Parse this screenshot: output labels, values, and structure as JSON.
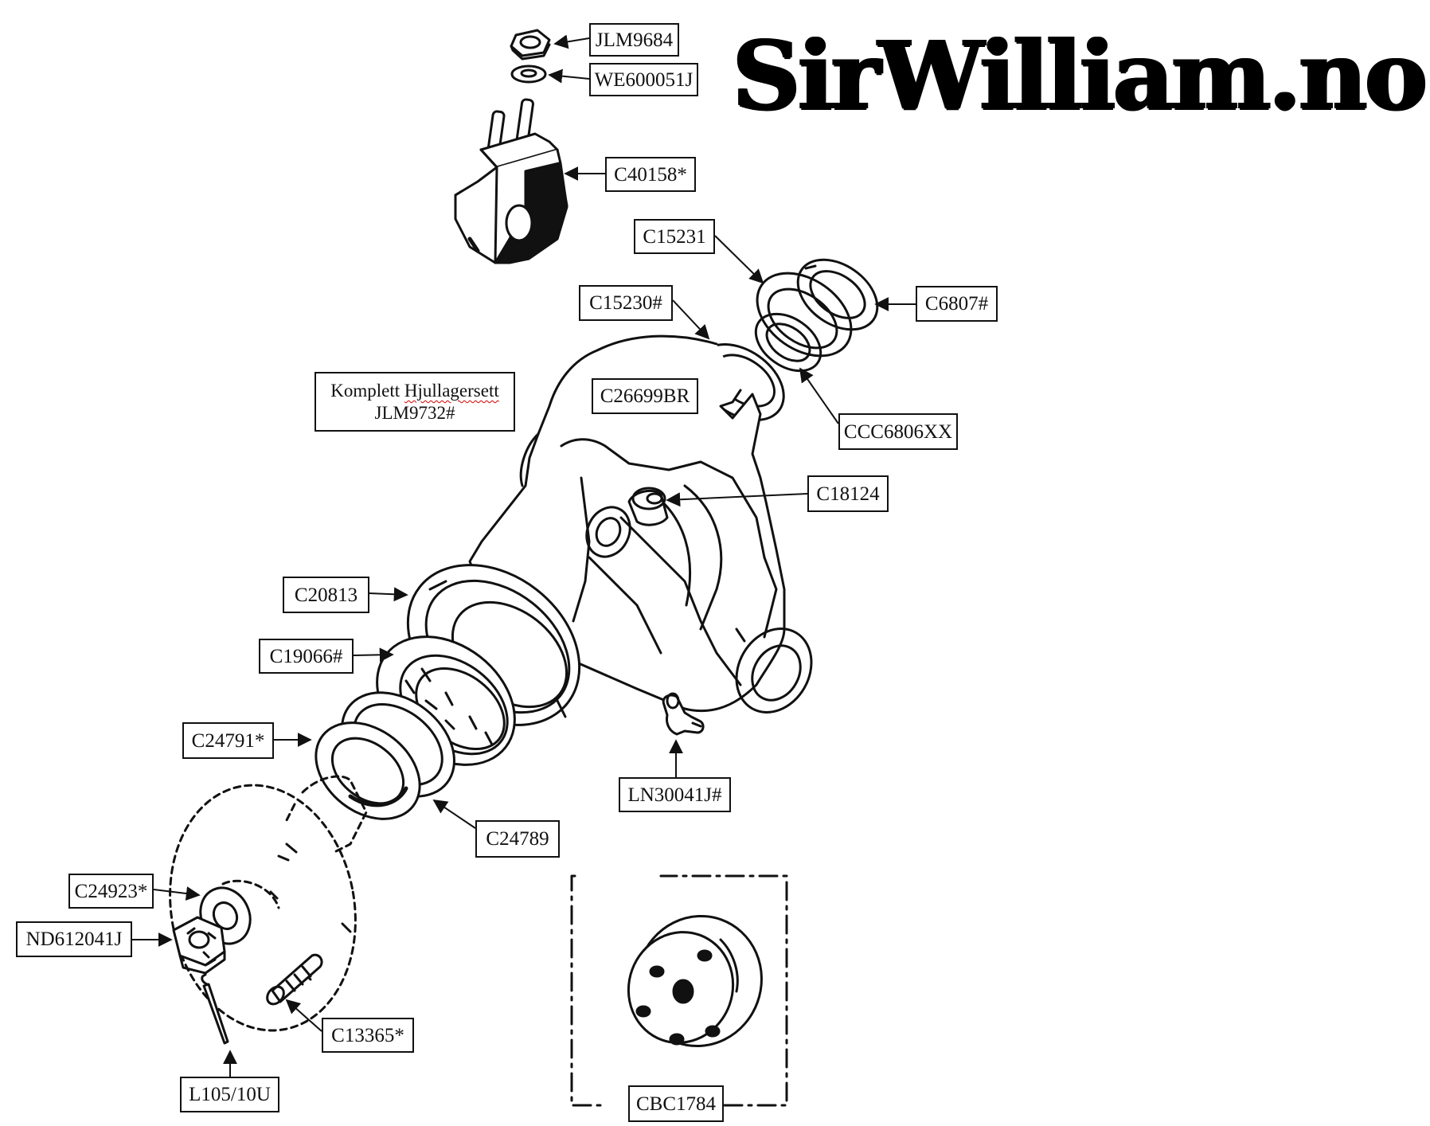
{
  "brand": "SirWilliam.no",
  "kit": {
    "line1_prefix": "Komplett ",
    "line1_word": "Hjullagersett",
    "line2": "JLM9732#"
  },
  "labels": {
    "jlm9684": "JLM9684",
    "we600051j": "WE600051J",
    "c40158": "C40158*",
    "c15231": "C15231",
    "c15230": "C15230#",
    "c6807": "C6807#",
    "c26699br": "C26699BR",
    "ccc6806xx": "CCC6806XX",
    "c18124": "C18124",
    "c20813": "C20813",
    "c19066": "C19066#",
    "c24791": "C24791*",
    "ln30041j": "LN30041J#",
    "c24789": "C24789",
    "c24923": "C24923*",
    "nd612041j": "ND612041J",
    "c13365": "C13365*",
    "l105_10u": "L105/10U",
    "cbc1784": "CBC1784"
  }
}
